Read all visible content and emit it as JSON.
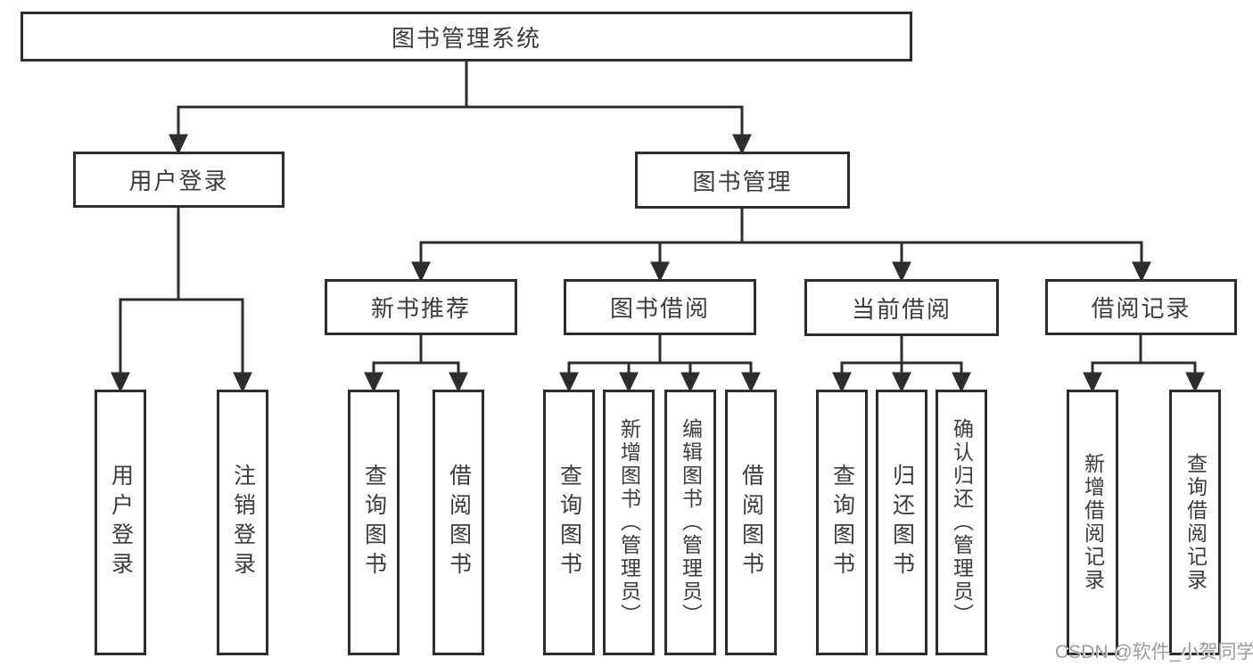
{
  "tree": {
    "label": "图书管理系统",
    "children": [
      {
        "label": "用户登录",
        "children": [
          {
            "label": "用户登录"
          },
          {
            "label": "注销登录"
          }
        ]
      },
      {
        "label": "图书管理",
        "children": [
          {
            "label": "新书推荐",
            "children": [
              {
                "label": "查询图书"
              },
              {
                "label": "借阅图书"
              }
            ]
          },
          {
            "label": "图书借阅",
            "children": [
              {
                "label": "查询图书"
              },
              {
                "label": "新增图书（管理员）"
              },
              {
                "label": "编辑图书（管理员）"
              },
              {
                "label": "借阅图书"
              }
            ]
          },
          {
            "label": "当前借阅",
            "children": [
              {
                "label": "查询图书"
              },
              {
                "label": "归还图书"
              },
              {
                "label": "确认归还（管理员）"
              }
            ]
          },
          {
            "label": "借阅记录",
            "children": [
              {
                "label": "新增借阅记录"
              },
              {
                "label": "查询借阅记录"
              }
            ]
          }
        ]
      }
    ]
  },
  "watermark": {
    "text": "CSDN @软件_小贺同学"
  },
  "colors": {
    "line": "#2d2d2d",
    "box_border": "#2d2d2d",
    "text": "#3c3c3c",
    "watermark": "#9c9c9c",
    "background": "#ffffff"
  }
}
